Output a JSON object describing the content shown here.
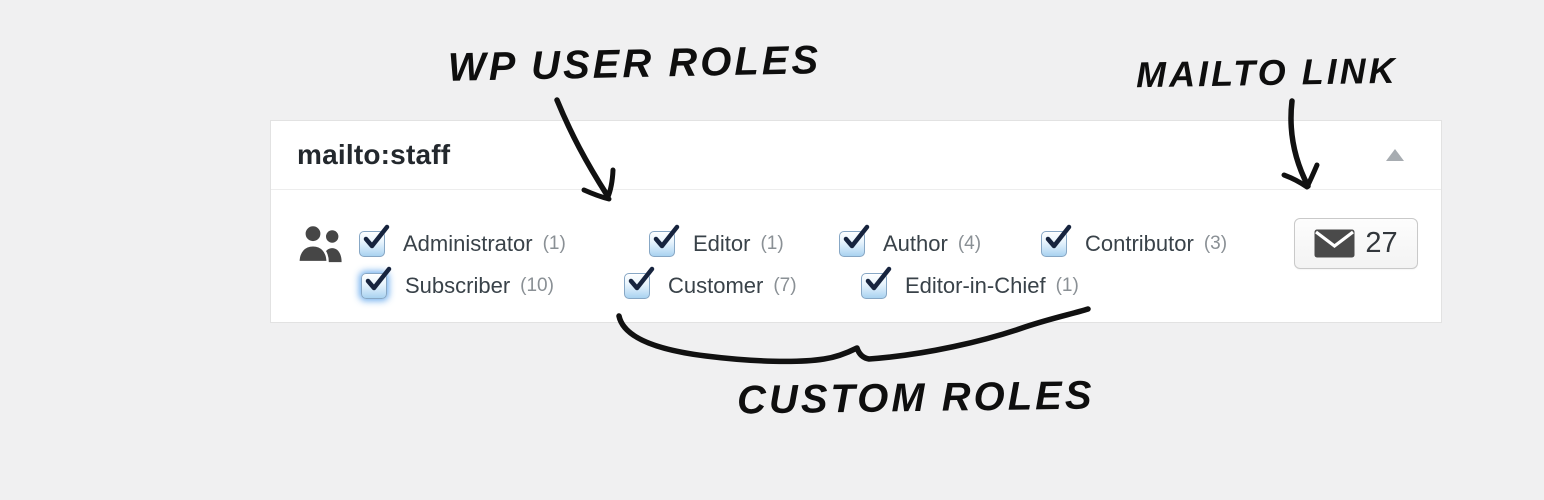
{
  "page": {
    "background": "#f0f0f1"
  },
  "annotations": {
    "wp_user_roles": "WP USER ROLES",
    "mailto_link": "MAILTO LINK",
    "custom_roles": "CUSTOM ROLES",
    "ink_color": "#111111"
  },
  "metabox": {
    "title": "mailto:staff",
    "collapse_icon": "triangle-up-icon",
    "users_icon": "users-icon",
    "roles": [
      {
        "label": "Administrator",
        "count": "(1)",
        "checked": true
      },
      {
        "label": "Editor",
        "count": "(1)",
        "checked": true
      },
      {
        "label": "Author",
        "count": "(4)",
        "checked": true
      },
      {
        "label": "Contributor",
        "count": "(3)",
        "checked": true
      },
      {
        "label": "Subscriber",
        "count": "(10)",
        "checked": true,
        "focused": true
      },
      {
        "label": "Customer",
        "count": "(7)",
        "checked": true
      },
      {
        "label": "Editor-in-Chief",
        "count": "(1)",
        "checked": true
      }
    ],
    "mail_button": {
      "icon": "envelope-icon",
      "count": "27"
    }
  },
  "colors": {
    "panel_bg": "#ffffff",
    "panel_border": "#e2e2e2",
    "title_text": "#23282d",
    "role_label": "#394249",
    "role_count": "#8a9095",
    "checkbox_border": "#87a7c5",
    "checkbox_fill_bottom": "#a9d2f0",
    "checkmark": "#17243e",
    "button_border": "#c9c9c9",
    "icon_gray": "#4a4a4a",
    "collapse_arrow": "#a7acb1"
  }
}
